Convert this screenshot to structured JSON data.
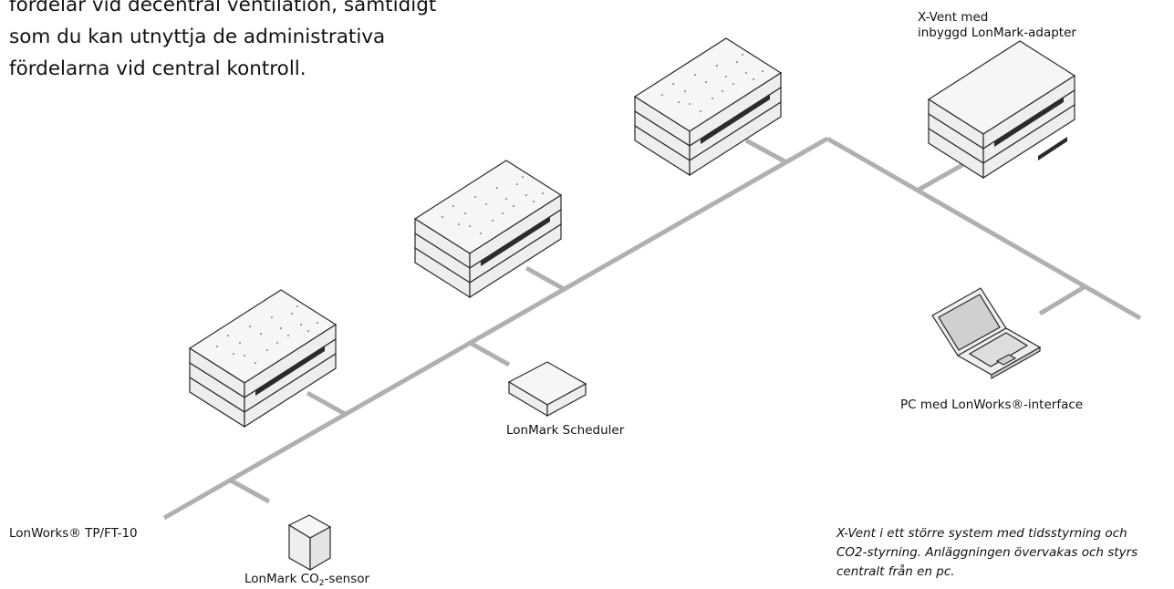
{
  "intro": {
    "lines": [
      "fördelar vid decentral ventilation, samtidigt",
      "som du kan utnyttja de administrativa",
      "fördelarna vid central kontroll."
    ]
  },
  "labels": {
    "xvent": [
      "X-Vent med",
      "inbyggd LonMark-adapter"
    ],
    "scheduler": "LonMark Scheduler",
    "pc": "PC med LonWorks®-interface",
    "bus": "LonWorks® TP/FT-10",
    "co2_main": "LonMark CO",
    "co2_sub": "2",
    "co2_tail": "-sensor"
  },
  "caption": {
    "lines": [
      "X-Vent i ett större system med tidsstyrning och",
      "CO2-styrning. Anläggningen övervakas och styrs",
      "centralt från en pc."
    ]
  },
  "colors": {
    "bus": "#b0b0b0",
    "outline": "#2a2a2a",
    "unit_top": "#f6f6f6",
    "unit_side": "#eeeeee",
    "grille": "#2b2b2b",
    "screen": "#d0d0d0"
  }
}
